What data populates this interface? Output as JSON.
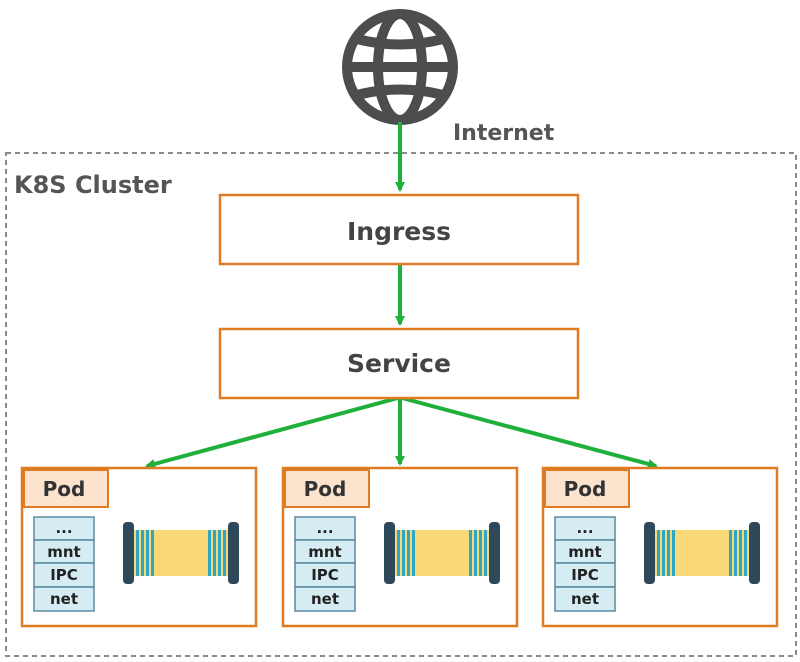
{
  "internet_label": "Internet",
  "cluster_label": "K8S Cluster",
  "ingress_label": "Ingress",
  "service_label": "Service",
  "pods": [
    {
      "label": "Pod",
      "namespaces": [
        "...",
        "mnt",
        "IPC",
        "net"
      ]
    },
    {
      "label": "Pod",
      "namespaces": [
        "...",
        "mnt",
        "IPC",
        "net"
      ]
    },
    {
      "label": "Pod",
      "namespaces": [
        "...",
        "mnt",
        "IPC",
        "net"
      ]
    }
  ],
  "colors": {
    "orange": "#e07b22",
    "green": "#1fb03c",
    "globe": "#4d4d4d",
    "pod_tab": "#fbe3cd",
    "ns_fill": "#d5ecf3",
    "ns_border": "#5a8aa0",
    "container_fill": "#f9d977",
    "container_cap": "#2e4a5a",
    "container_stripes": "#2ea7c7"
  }
}
